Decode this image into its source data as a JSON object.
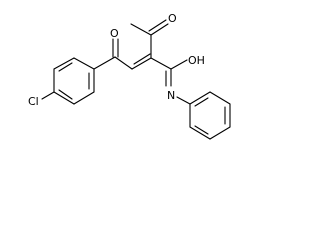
{
  "molecule": {
    "atoms": {
      "o_ketone_left": "O",
      "o_acetyl": "O",
      "oh_amide": "OH",
      "n_amide": "N",
      "cl": "Cl"
    }
  }
}
